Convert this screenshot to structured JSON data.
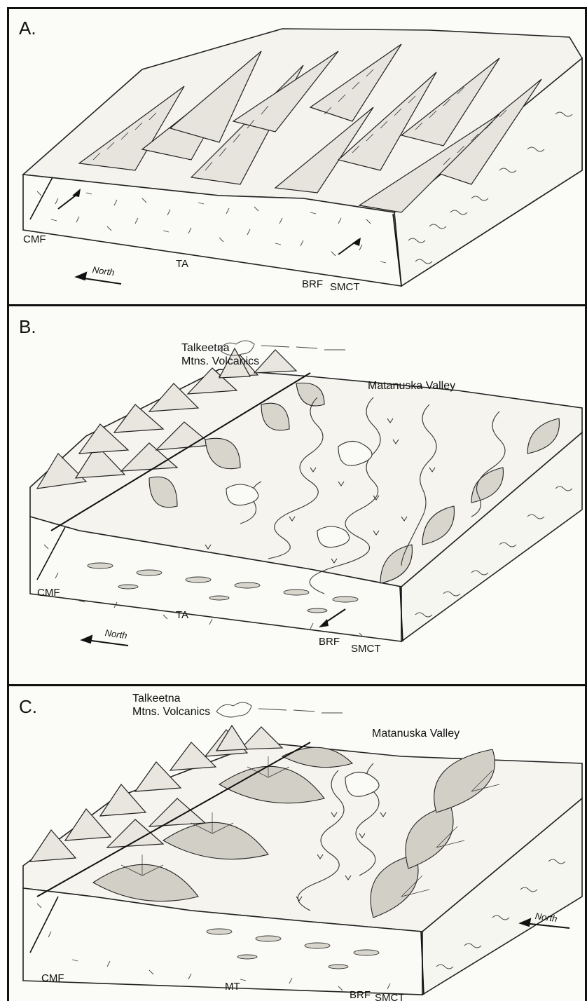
{
  "panels": [
    {
      "label": "A.",
      "labels": {
        "left_fault": "CMF",
        "center_unit": "TA",
        "right_fault": "BRF",
        "right_thrust": "SMCT",
        "direction": "North"
      }
    },
    {
      "label": "B.",
      "labels": {
        "volcanics": "Talkeetna\nMtns. Volcanics",
        "valley": "Matanuska Valley",
        "left_fault": "CMF",
        "center_unit": "TA",
        "right_fault": "BRF",
        "right_thrust": "SMCT",
        "direction": "North"
      }
    },
    {
      "label": "C.",
      "labels": {
        "volcanics": "Talkeetna\nMtns. Volcanics",
        "valley": "Matanuska Valley",
        "left_fault": "CMF",
        "center_unit": "MT",
        "right_fault": "BRF",
        "right_thrust": "SMCT",
        "direction": "North"
      }
    }
  ]
}
